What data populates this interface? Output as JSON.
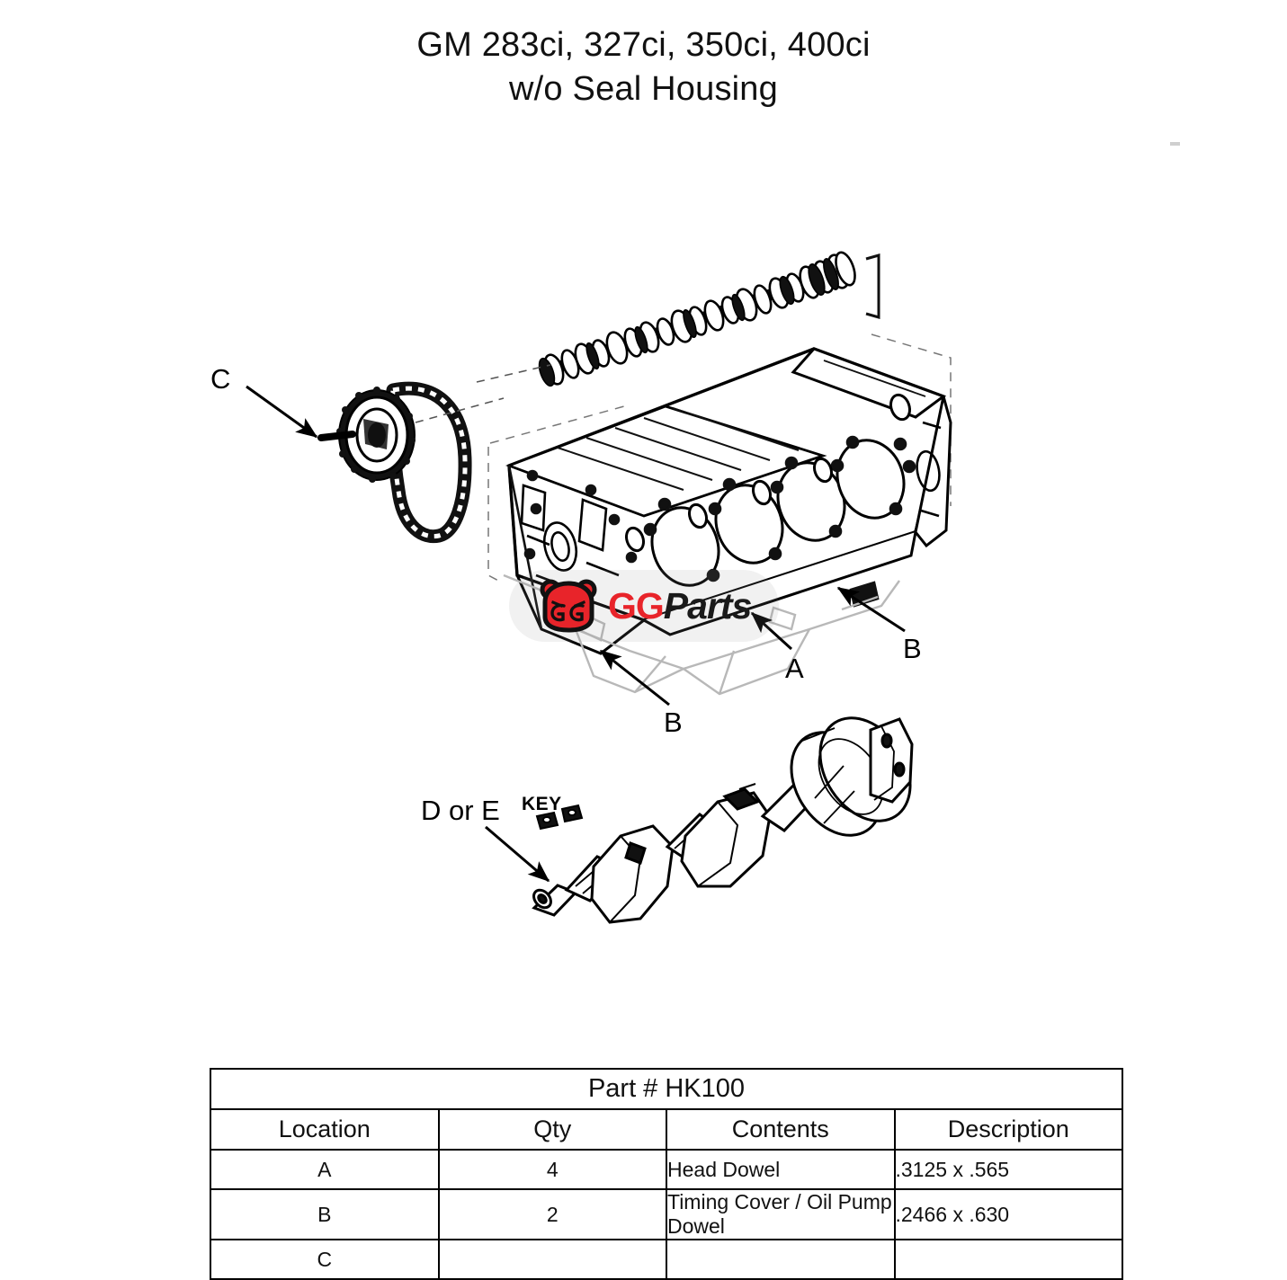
{
  "title": {
    "line1": "GM 283ci, 327ci, 350ci, 400ci",
    "line2": "w/o Seal Housing"
  },
  "diagram": {
    "callouts": [
      {
        "id": "c-left",
        "label": "C"
      },
      {
        "id": "a-right",
        "label": "A"
      },
      {
        "id": "b-right",
        "label": "B"
      },
      {
        "id": "b-lower",
        "label": "B"
      },
      {
        "id": "de-left",
        "label": "D or E"
      },
      {
        "id": "key",
        "label": "KEY"
      }
    ],
    "parts_depicted": [
      "camshaft",
      "timing-chain",
      "timing-sprocket",
      "engine-block",
      "crankshaft",
      "keys"
    ]
  },
  "watermark": {
    "brand_red": "GG",
    "brand_dark": "Parts",
    "mascot_color": "#e8242a",
    "text_dark_color": "#1a1a1a"
  },
  "table": {
    "part_header": "Part # HK100",
    "columns": [
      "Location",
      "Qty",
      "Contents",
      "Description"
    ],
    "rows": [
      {
        "location": "A",
        "qty": "4",
        "contents": "Head Dowel",
        "description": ".3125 x .565"
      },
      {
        "location": "B",
        "qty": "2",
        "contents": "Timing Cover / Oil Pump Dowel",
        "description": ".2466 x .630"
      },
      {
        "location": "C",
        "qty": "",
        "contents": "",
        "description": ""
      }
    ]
  }
}
